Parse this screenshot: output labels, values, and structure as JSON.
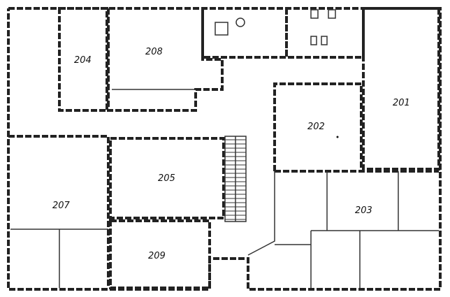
{
  "rooms": [
    {
      "number": "204"
    },
    {
      "number": "208"
    },
    {
      "number": "201"
    },
    {
      "number": "202"
    },
    {
      "number": "205"
    },
    {
      "number": "207"
    },
    {
      "number": "203"
    },
    {
      "number": "209"
    }
  ]
}
